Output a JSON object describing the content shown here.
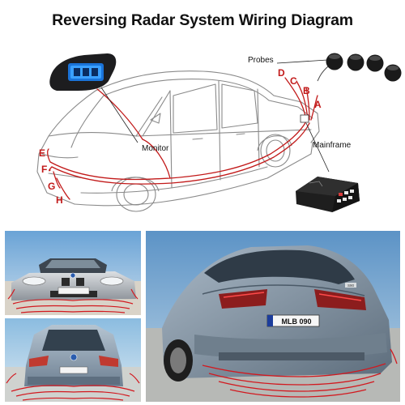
{
  "title": "Reversing Radar System Wiring Diagram",
  "labels": {
    "probes": "Probes",
    "monitor": "Monitor",
    "mainframe": "Mainframe"
  },
  "wire_letters_rear": [
    "D",
    "C",
    "B",
    "A"
  ],
  "wire_letters_front": [
    "E",
    "F",
    "G",
    "H"
  ],
  "photos": {
    "front_car_plate": "",
    "rear_car_plate": "MLB 090",
    "rear_car_badge": "S90"
  },
  "colors": {
    "wire_red": "#c21a1a",
    "wave_red": "#d2191f",
    "car_blue_grey": "#8fa2b6",
    "sky_blue": "#7fb0d8"
  }
}
